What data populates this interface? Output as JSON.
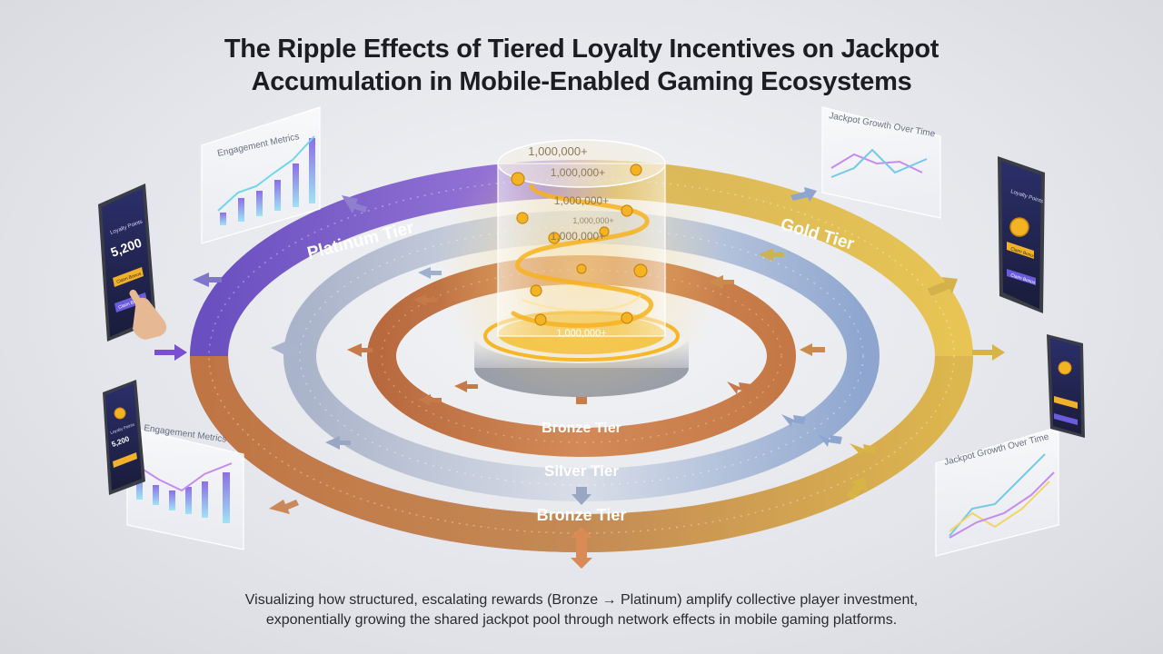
{
  "title_line1": "The Ripple Effects of Tiered Loyalty Incentives on Jackpot",
  "title_line2": "Accumulation in Mobile-Enabled Gaming Ecosystems",
  "subtitle_line1": "Visualizing how structured, escalating rewards (Bronze → Platinum) amplify collective player investment,",
  "subtitle_line2": "exponentially growing the shared jackpot pool through network effects in mobile gaming platforms.",
  "tiers": {
    "platinum": "Platinum Tier",
    "gold": "Gold Tier",
    "silver": "Silver Tier",
    "bronze_outer": "Bronze Tier",
    "bronze_inner": "Bronze Tier"
  },
  "jackpot": {
    "labels": [
      "1,000,000+",
      "1,000,000+",
      "1,000,000+",
      "1,000,000+",
      "1,000,000+",
      "1,000,000+"
    ]
  },
  "panels": {
    "engagement_top": "Engagement Metrics",
    "engagement_bottom": "Engagement Metrics",
    "growth_top": "Jackpot Growth Over Time",
    "growth_bottom": "Jackpot Growth Over Time"
  },
  "phone_left": {
    "label": "Loyalty Points",
    "points": "5,200",
    "btn1": "Claim Bonus",
    "btn2": "Claim Bonus"
  },
  "phone_left_small": {
    "label": "Loyalty Points",
    "points": "5,200"
  },
  "phone_right": {
    "label": "Loyalty Points",
    "btn1": "Claim Bonus",
    "btn2": "Claim Bonus"
  },
  "colors": {
    "platinum": "#7a58c8",
    "gold": "#e3c14e",
    "silver": "#b7c2d6",
    "bronze": "#c67a4a",
    "jackpot_gold": "#f2b21d"
  }
}
